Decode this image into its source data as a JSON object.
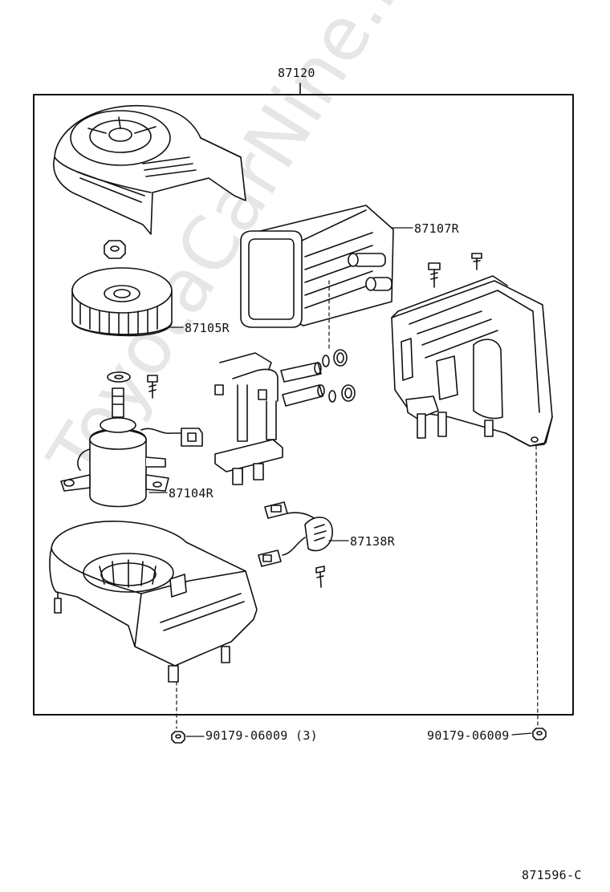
{
  "assembly_number": "87120",
  "parts": {
    "heater_core": "87107R",
    "fan": "87105R",
    "motor": "87104R",
    "resistor": "87138R",
    "nut_left": "90179-06009",
    "nut_left_qty": "(3)",
    "nut_right": "90179-06009"
  },
  "figure_code": "871596-C",
  "watermark": "ToyotaCarNine.ru"
}
